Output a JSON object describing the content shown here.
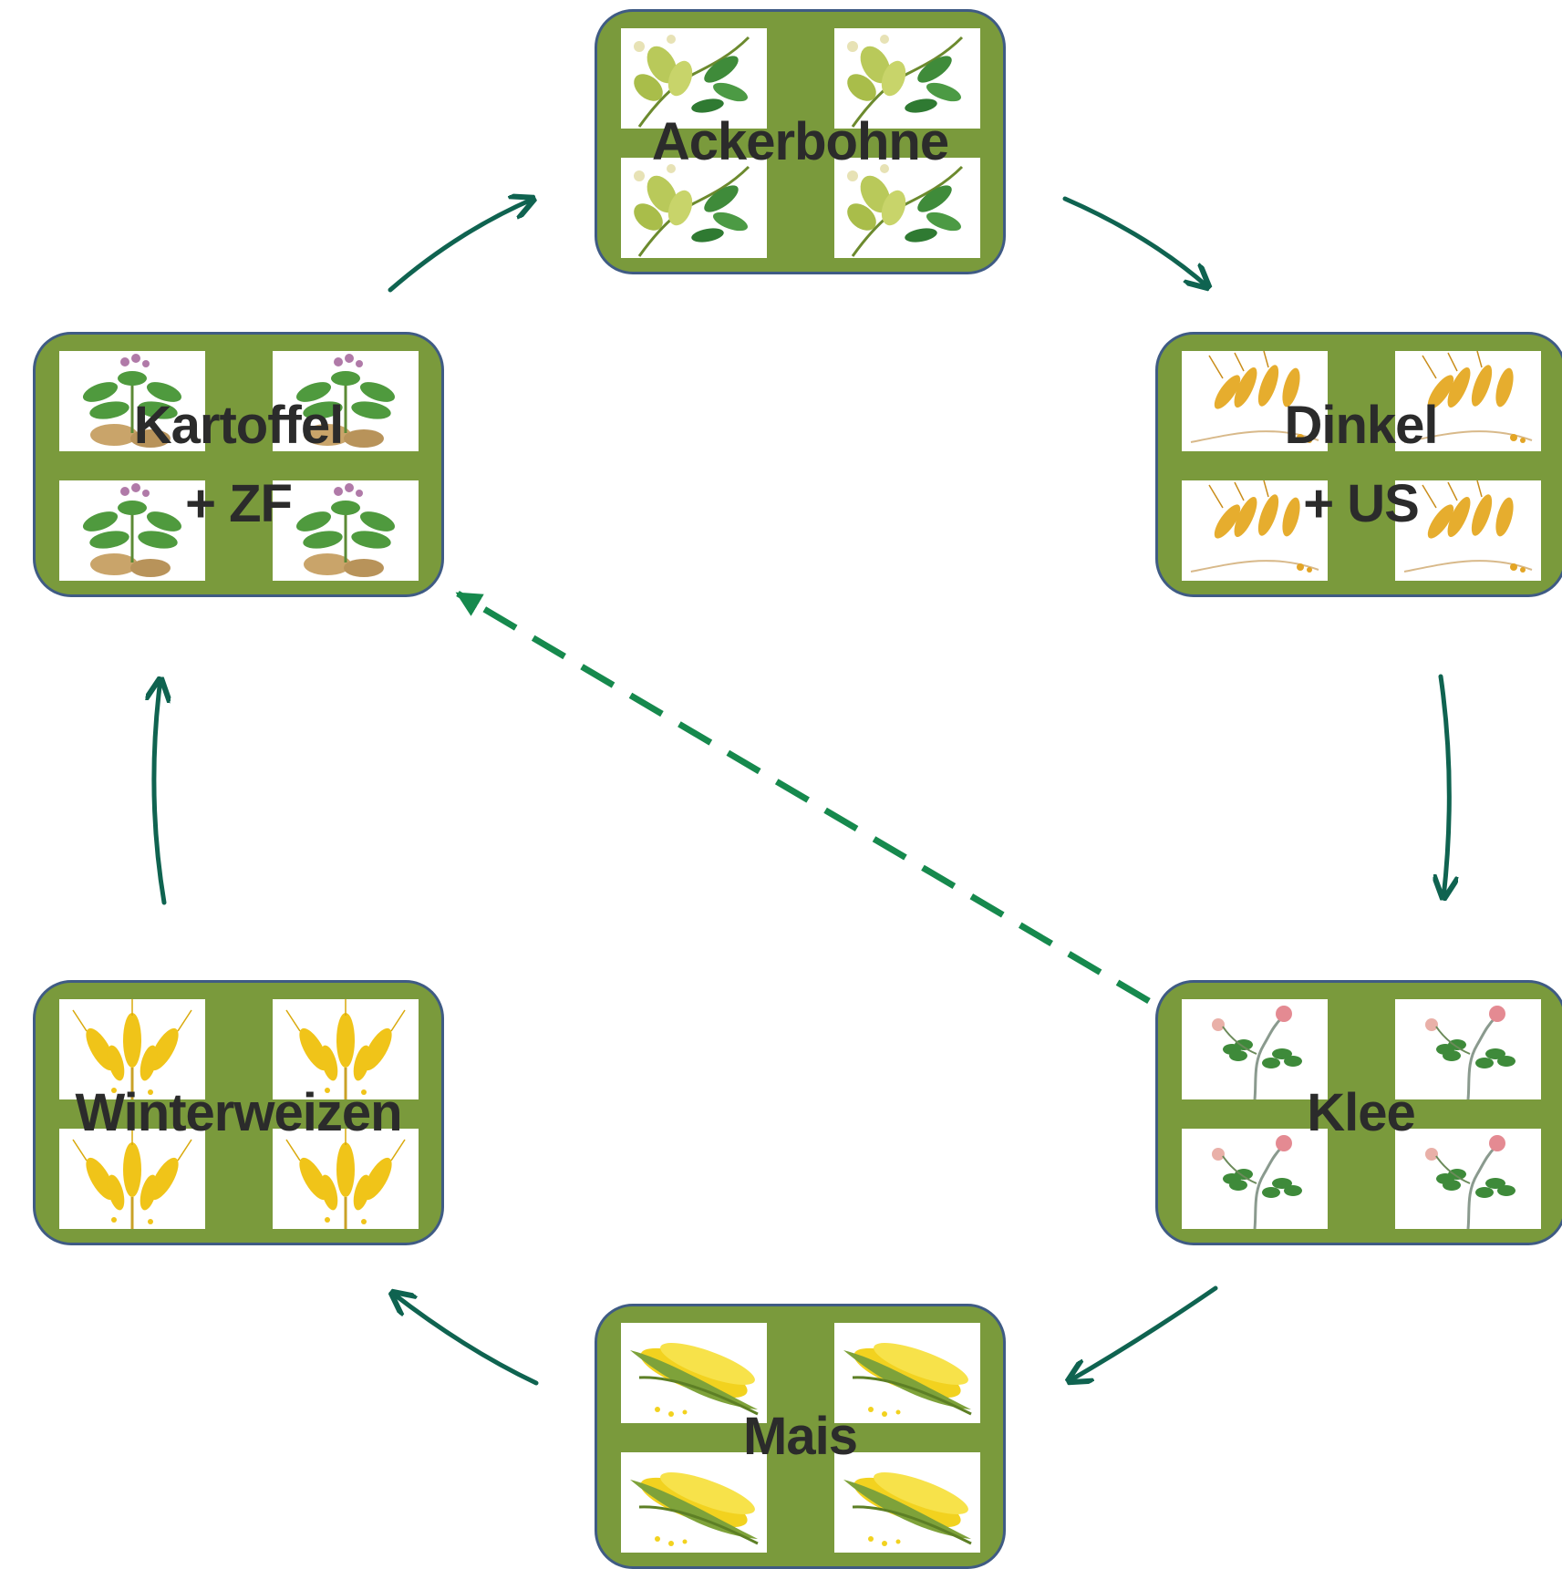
{
  "diagram": {
    "colors": {
      "box_fill": "#7a9a3c",
      "box_border": "#3f5b84",
      "cell_bg": "#ffffff",
      "arrow": "#0f6350",
      "dashed_arrow": "#16894d",
      "label": "#2b2b2b"
    },
    "nodes": [
      {
        "id": "ackerbohne",
        "lines": [
          "Ackerbohne"
        ],
        "icon": "field-bean-plant-icon"
      },
      {
        "id": "dinkel",
        "lines": [
          "Dinkel",
          "+ US"
        ],
        "icon": "spelt-ear-icon"
      },
      {
        "id": "klee",
        "lines": [
          "Klee"
        ],
        "icon": "clover-plant-icon"
      },
      {
        "id": "mais",
        "lines": [
          "Mais"
        ],
        "icon": "corn-cob-icon"
      },
      {
        "id": "winterweizen",
        "lines": [
          "Winterweizen"
        ],
        "icon": "wheat-ear-icon"
      },
      {
        "id": "kartoffel",
        "lines": [
          "Kartoffel",
          "+ ZF"
        ],
        "icon": "potato-plant-icon"
      }
    ],
    "edges": [
      {
        "from": "ackerbohne",
        "to": "dinkel",
        "style": "solid"
      },
      {
        "from": "dinkel",
        "to": "klee",
        "style": "solid"
      },
      {
        "from": "klee",
        "to": "mais",
        "style": "solid"
      },
      {
        "from": "mais",
        "to": "winterweizen",
        "style": "solid"
      },
      {
        "from": "winterweizen",
        "to": "kartoffel",
        "style": "solid"
      },
      {
        "from": "kartoffel",
        "to": "ackerbohne",
        "style": "solid"
      },
      {
        "from": "klee",
        "to": "kartoffel",
        "style": "dashed"
      }
    ]
  }
}
